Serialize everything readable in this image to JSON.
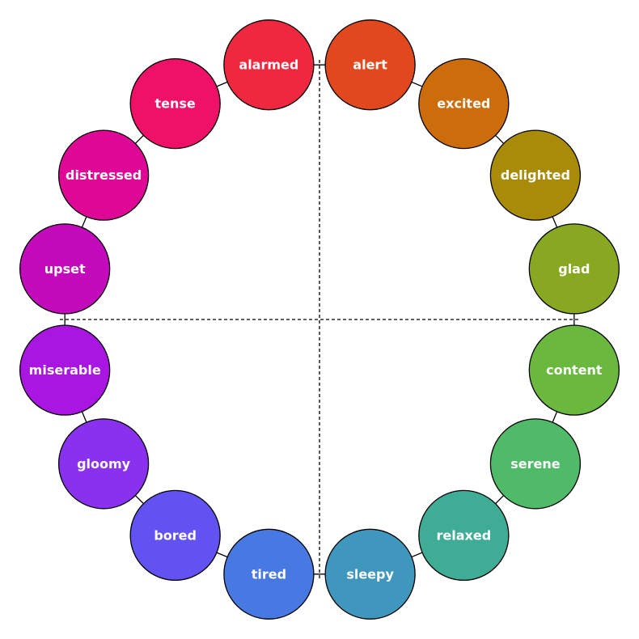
{
  "emotions": [
    {
      "label": "alert",
      "color": "#e2481e"
    },
    {
      "label": "excited",
      "color": "#cc6c0a"
    },
    {
      "label": "delighted",
      "color": "#a98b0a"
    },
    {
      "label": "glad",
      "color": "#89a822"
    },
    {
      "label": "content",
      "color": "#6ab83e"
    },
    {
      "label": "serene",
      "color": "#4fba68"
    },
    {
      "label": "relaxed",
      "color": "#3fad95"
    },
    {
      "label": "sleepy",
      "color": "#4097be"
    },
    {
      "label": "tired",
      "color": "#4878e1"
    },
    {
      "label": "bored",
      "color": "#6352f2"
    },
    {
      "label": "gloomy",
      "color": "#8a31ef"
    },
    {
      "label": "miserable",
      "color": "#a916e1"
    },
    {
      "label": "upset",
      "color": "#c40bbc"
    },
    {
      "label": "distressed",
      "color": "#df0896"
    },
    {
      "label": "tense",
      "color": "#ef1068"
    },
    {
      "label": "alarmed",
      "color": "#ef2840"
    }
  ]
}
